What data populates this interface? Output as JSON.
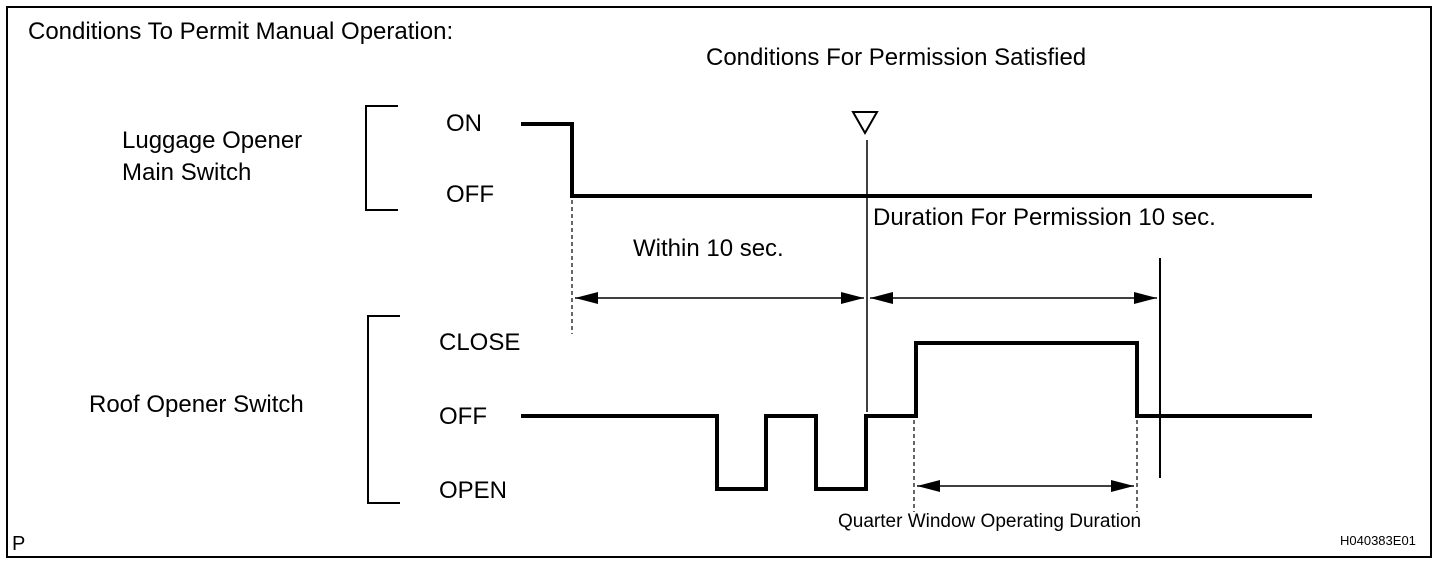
{
  "labels": {
    "title": "Conditions To Permit Manual Operation:",
    "satisfied": "Conditions For Permission Satisfied",
    "luggage_line1": "Luggage Opener",
    "luggage_line2": "Main Switch",
    "on": "ON",
    "off_main": "OFF",
    "duration": "Duration For Permission 10 sec.",
    "within": "Within 10 sec.",
    "close": "CLOSE",
    "roof": "Roof Opener Switch",
    "off_roof": "OFF",
    "open": "OPEN",
    "quarter": "Quarter Window Operating Duration",
    "corner_p": "P",
    "figure_code": "H040383E01"
  },
  "colors": {
    "line": "#000000",
    "background": "#ffffff"
  },
  "icons": {
    "permission_marker": "down-triangle-icon"
  }
}
